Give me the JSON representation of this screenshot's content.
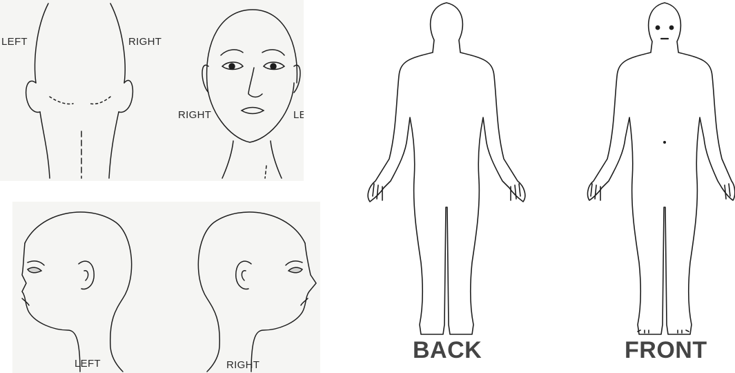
{
  "colors": {
    "line": "#1e1e1e",
    "panel_bg": "#f5f5f3",
    "body_label": "#444444"
  },
  "head_diagrams": {
    "back_view": {
      "label_left": "LEFT",
      "label_right": "RIGHT"
    },
    "front_view": {
      "label_right": "RIGHT",
      "label_left": "LEFT"
    },
    "left_profile": {
      "label": "LEFT"
    },
    "right_profile": {
      "label": "RIGHT"
    }
  },
  "body_diagrams": {
    "back": {
      "label": "BACK"
    },
    "front": {
      "label": "FRONT"
    }
  }
}
